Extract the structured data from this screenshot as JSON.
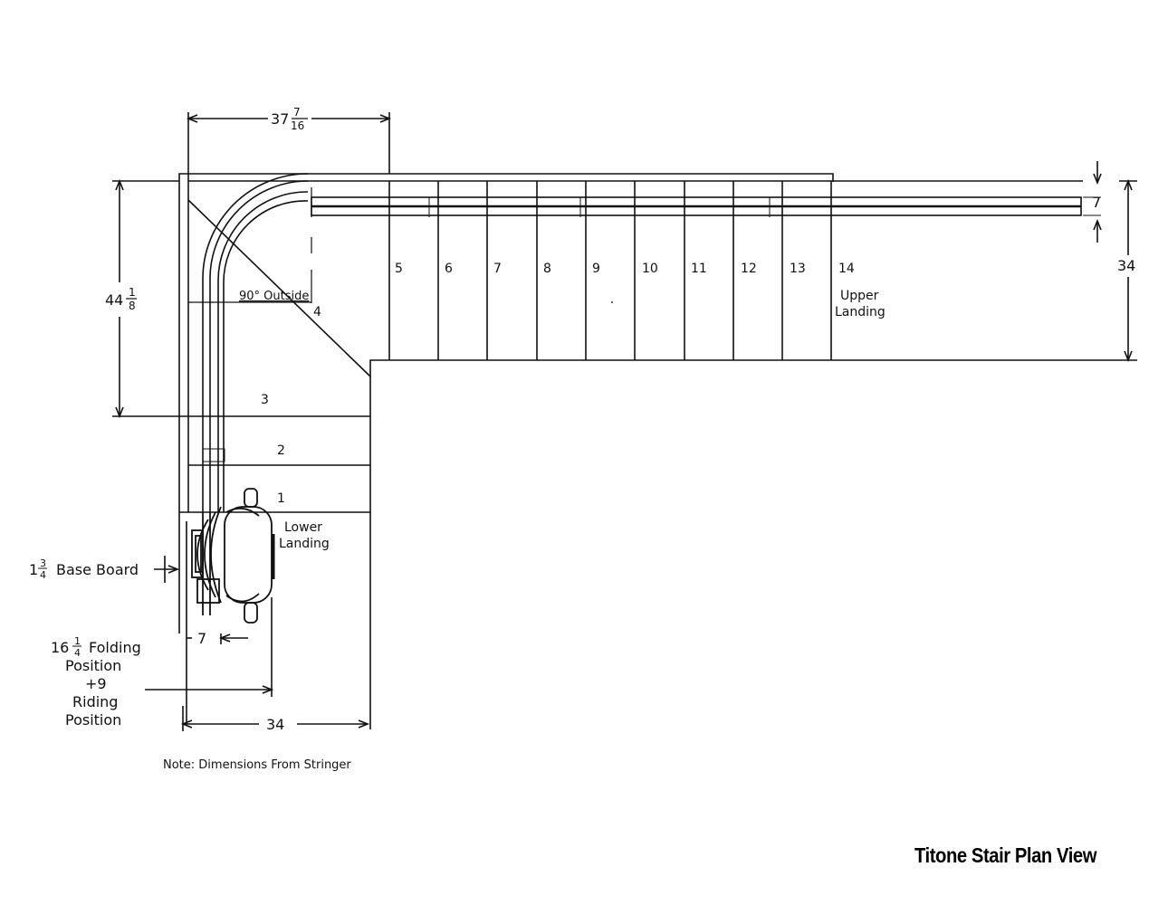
{
  "caption": "Titone Stair Plan View",
  "dimensions": {
    "top_width": {
      "whole": "37",
      "num": "7",
      "den": "16"
    },
    "left_height": {
      "whole": "44",
      "num": "1",
      "den": "8"
    },
    "right_height": "34",
    "rail_width": "7",
    "bottom_width": "34",
    "chair_offset": "7"
  },
  "labels": {
    "outside_angle": "90° Outside",
    "upper_landing_line1": "Upper",
    "upper_landing_line2": "Landing",
    "lower_landing_line1": "Lower",
    "lower_landing_line2": "Landing",
    "base_board_whole": "1",
    "base_board_num": "3",
    "base_board_den": "4",
    "base_board_text": "Base Board",
    "folding_whole": "16",
    "folding_num": "1",
    "folding_den": "4",
    "folding_text": "Folding",
    "position_text_1": "Position",
    "plus_nine": "+9",
    "riding_text": "Riding",
    "position_text_2": "Position",
    "note": "Note: Dimensions From Stringer"
  },
  "steps": [
    "1",
    "2",
    "3",
    "4",
    "5",
    "6",
    "7",
    "8",
    "9",
    "10",
    "11",
    "12",
    "13",
    "14"
  ]
}
